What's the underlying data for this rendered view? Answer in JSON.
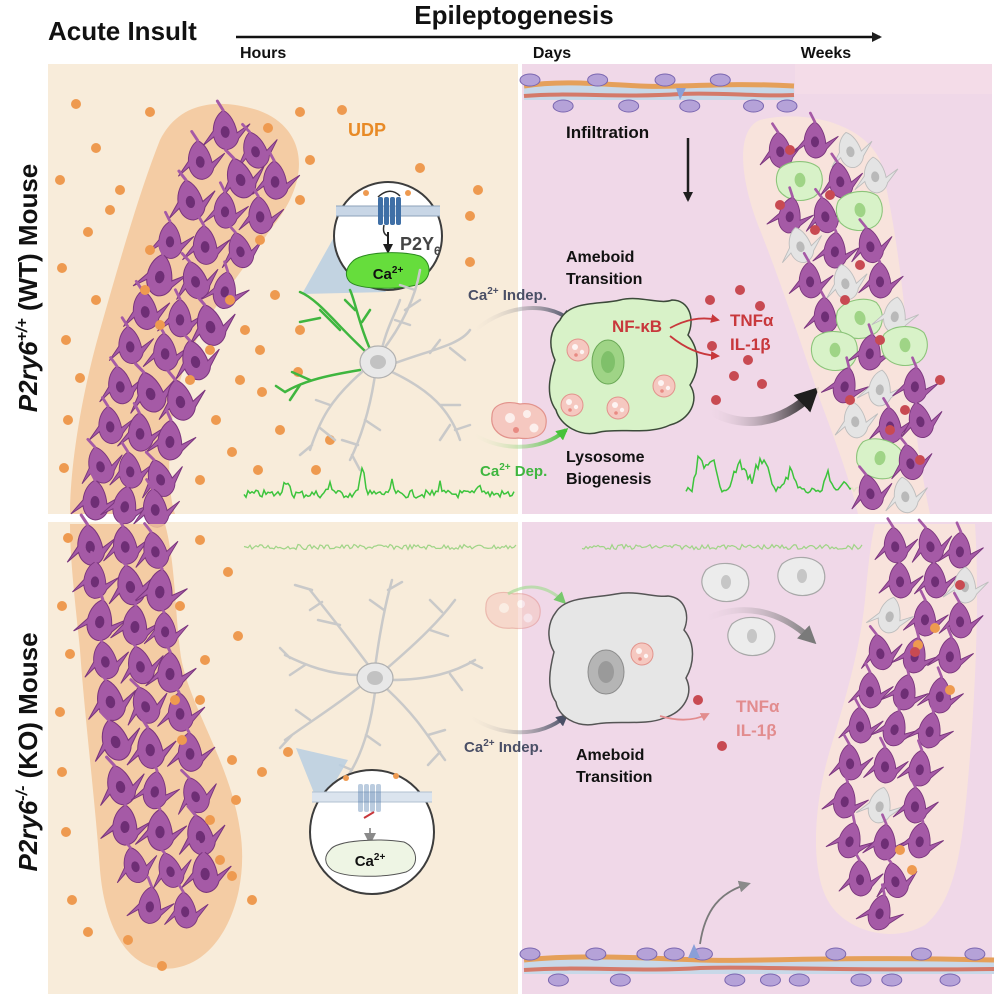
{
  "header": {
    "acute_insult": "Acute Insult",
    "epileptogenesis": "Epileptogenesis",
    "hours": "Hours",
    "days": "Days",
    "weeks": "Weeks"
  },
  "rows": {
    "wt_label_gene": "P2ry6",
    "wt_label_sup": "+/+",
    "wt_label_rest": " (WT) Mouse",
    "ko_label_gene": "P2ry6",
    "ko_label_sup": "-/-",
    "ko_label_rest": " (KO) Mouse"
  },
  "wt": {
    "udp": "UDP",
    "receptor_main": "P2Y",
    "receptor_sub": "6",
    "ca_inset": "Ca",
    "ca_inset_sup": "2+",
    "ca_indep_main": "Ca",
    "ca_indep_sup": "2+",
    "ca_indep_rest": " Indep.",
    "ca_dep_main": "Ca",
    "ca_dep_sup": "2+",
    "ca_dep_rest": " Dep.",
    "infiltration": "Infiltration",
    "ameboid_1": "Ameboid",
    "ameboid_2": "Transition",
    "nfkb": "NF-κB",
    "tnfa": "TNFα",
    "il1b": "IL-1β",
    "lysosome_1": "Lysosome",
    "lysosome_2": "Biogenesis"
  },
  "ko": {
    "ca_inset": "Ca",
    "ca_inset_sup": "2+",
    "ca_indep_main": "Ca",
    "ca_indep_sup": "2+",
    "ca_indep_rest": " Indep.",
    "ameboid_1": "Ameboid",
    "ameboid_2": "Transition",
    "tnfa": "TNFα",
    "il1b": "IL-1β"
  },
  "colors": {
    "left_panel_bg": "#f8ecda",
    "right_panel_bg": "#f0d8e8",
    "neuron_fill": "#a55aa6",
    "neuron_nucleus": "#6e2e75",
    "neuron_band": "#f3c79a",
    "udp_dot": "#ee9a50",
    "cytokine_dot": "#c84a52",
    "ameboid_wt": "#d8f2c8",
    "ameboid_ko": "#e6e6e6",
    "green_trace": "#3cc43c",
    "green_text": "#3fb63f",
    "red_text": "#c8383c",
    "gray_text": "#4a4f66",
    "ko_red_faded": "#e28c8e"
  },
  "icons": [
    "neuron-icon",
    "microglia-icon",
    "ameboid-microglia-icon",
    "receptor-icon",
    "lysosome-icon",
    "blood-vessel-icon",
    "arrow-icon"
  ]
}
